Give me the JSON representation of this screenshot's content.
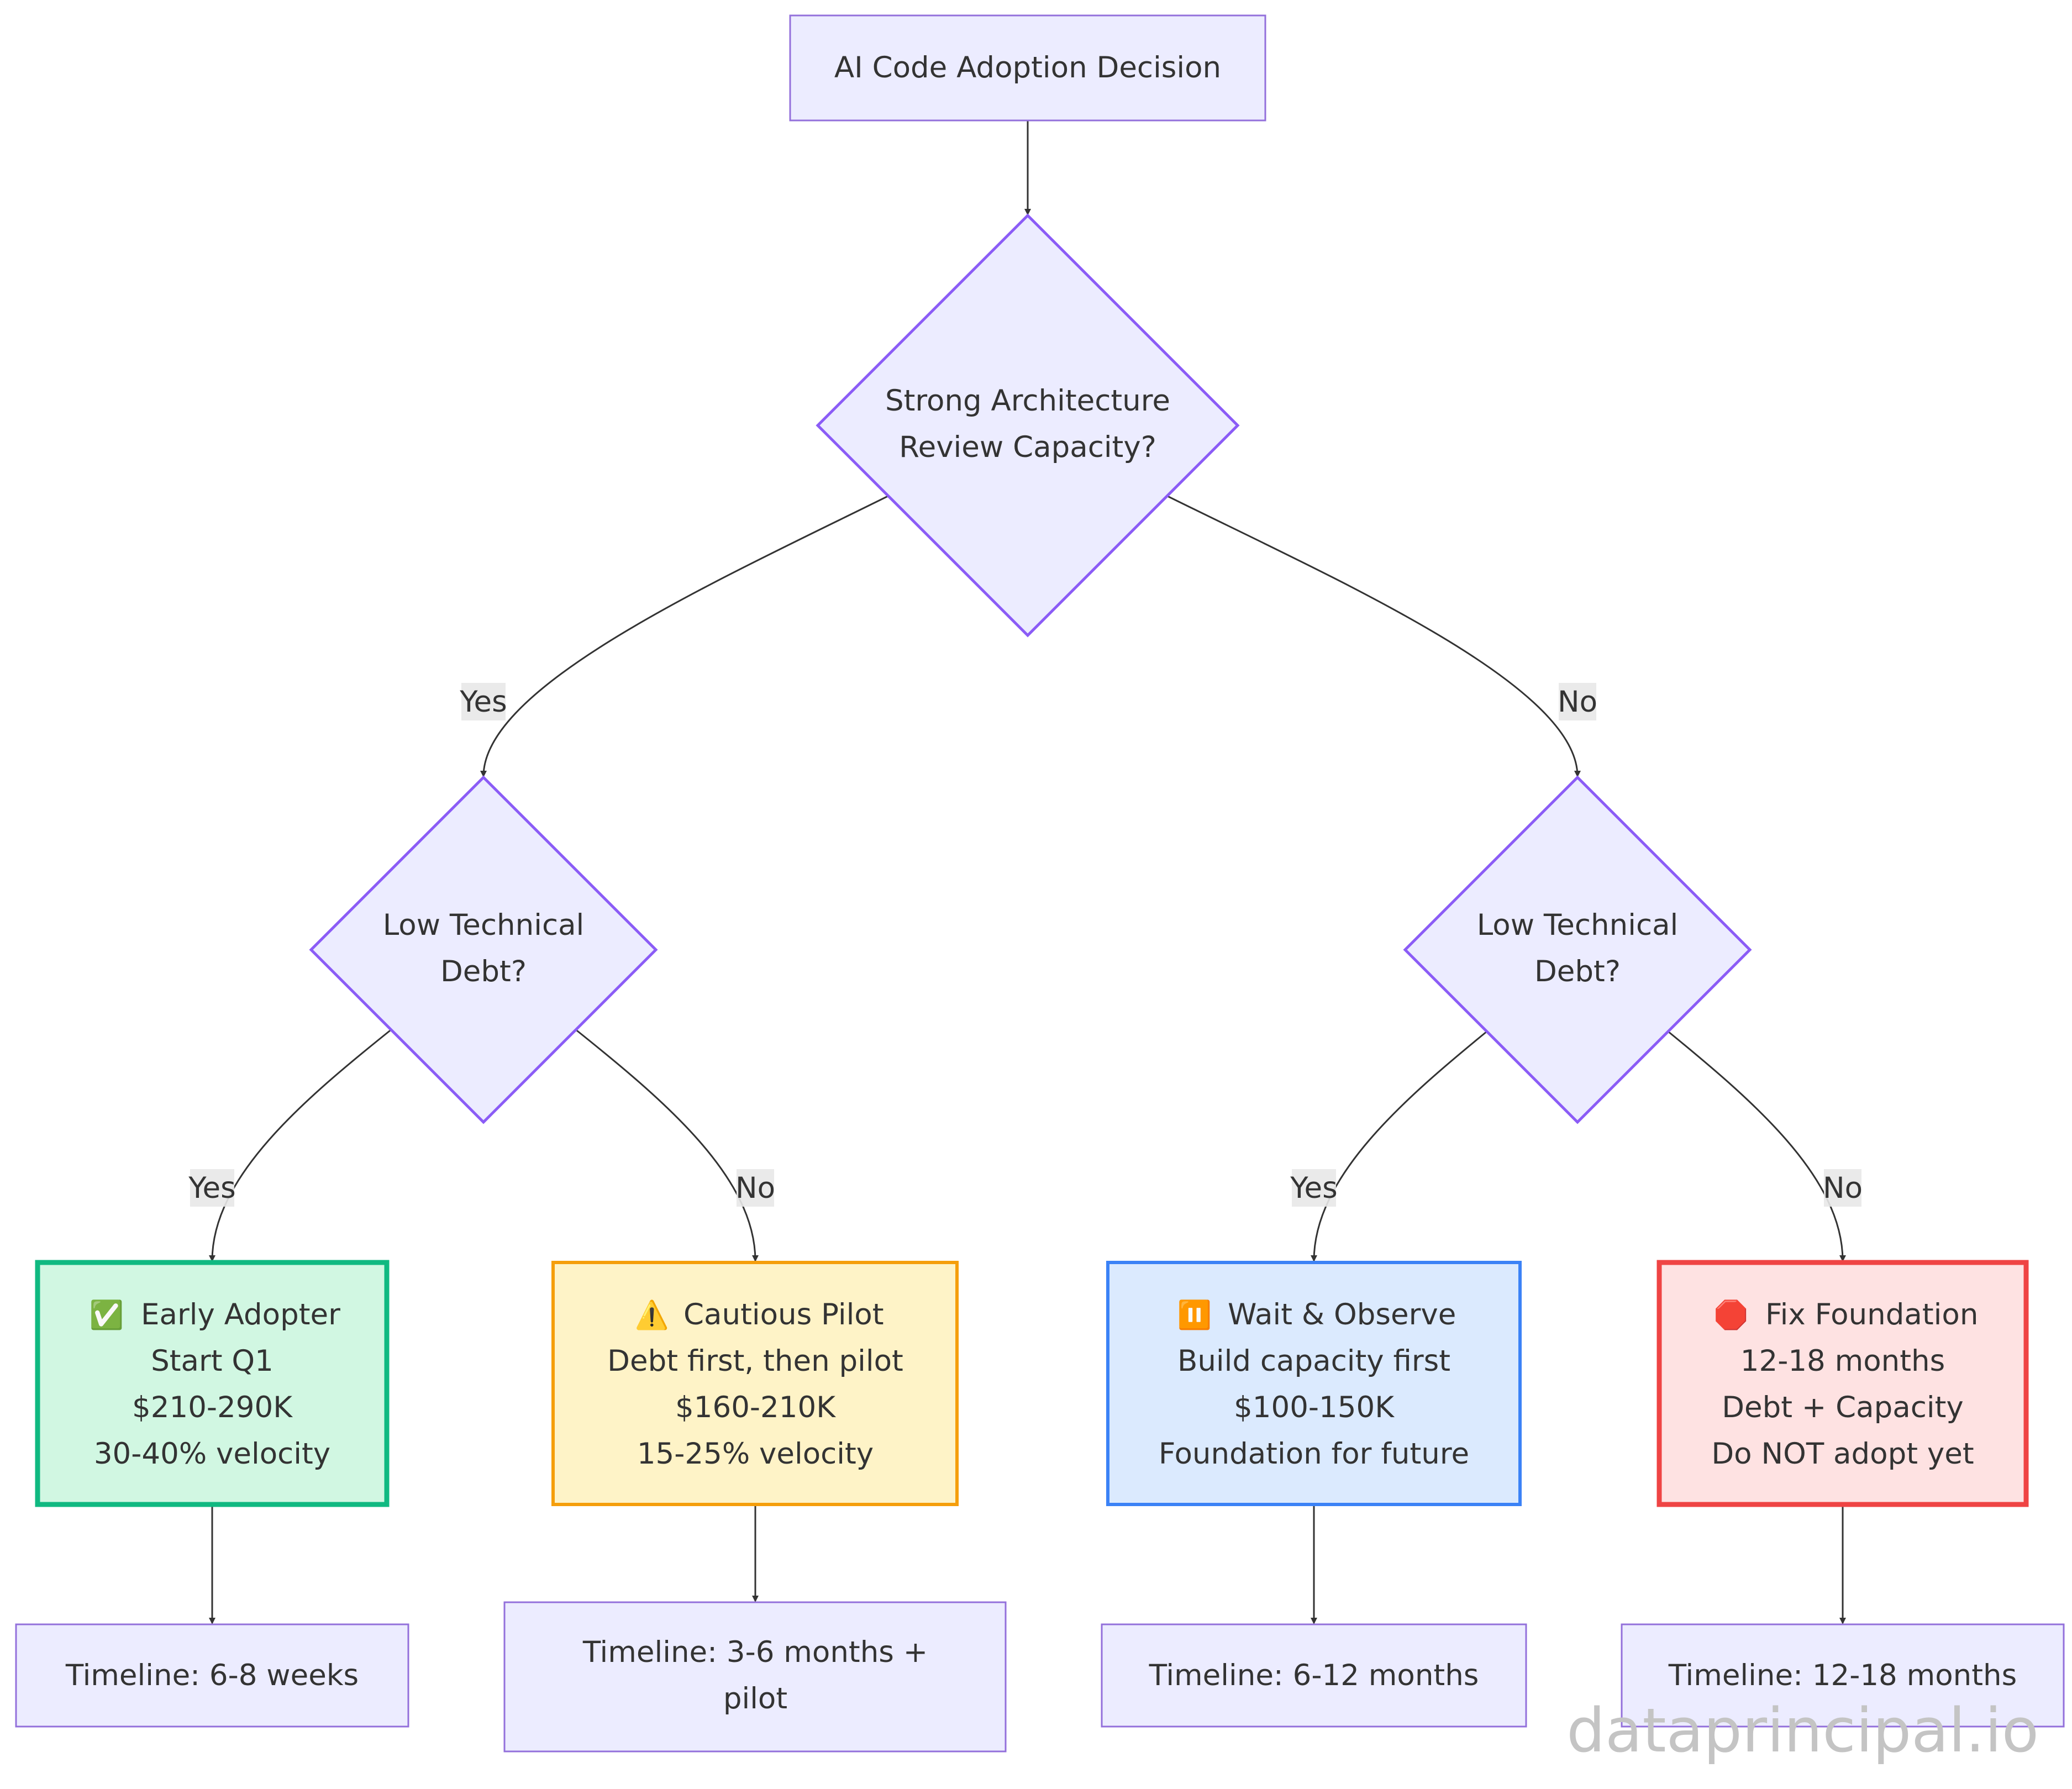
{
  "title": "AI Code Adoption Decision",
  "decisions": {
    "architecture": [
      "Strong Architecture",
      "Review Capacity?"
    ],
    "debt_left": [
      "Low Technical",
      "Debt?"
    ],
    "debt_right": [
      "Low Technical",
      "Debt?"
    ]
  },
  "edges": {
    "yes": "Yes",
    "no": "No"
  },
  "outcomes": {
    "early_adopter": {
      "icon": "✅",
      "icon_name": "check-mark-icon",
      "title": "Early Adopter",
      "lines": [
        "Start Q1",
        "$210-290K",
        "30-40% velocity"
      ],
      "fill": "#d1f7e2",
      "stroke": "#10b981"
    },
    "cautious_pilot": {
      "icon": "⚠️",
      "icon_name": "warning-icon",
      "title": "Cautious Pilot",
      "lines": [
        "Debt first, then pilot",
        "$160-210K",
        "15-25% velocity"
      ],
      "fill": "#fef3c7",
      "stroke": "#f59e0b"
    },
    "wait_observe": {
      "icon": "⏸️",
      "icon_name": "pause-icon",
      "title": "Wait & Observe",
      "lines": [
        "Build capacity first",
        "$100-150K",
        "Foundation for future"
      ],
      "fill": "#dbeafe",
      "stroke": "#3b82f6"
    },
    "fix_foundation": {
      "icon": "🛑",
      "icon_name": "stop-sign-icon",
      "title": "Fix Foundation",
      "lines": [
        "12-18 months",
        "Debt + Capacity",
        "Do NOT adopt yet"
      ],
      "fill": "#fee2e2",
      "stroke": "#ef4444"
    }
  },
  "timelines": {
    "early_adopter": [
      "Timeline: 6-8 weeks"
    ],
    "cautious_pilot": [
      "Timeline: 3-6 months +",
      "pilot"
    ],
    "wait_observe": [
      "Timeline: 6-12 months"
    ],
    "fix_foundation": [
      "Timeline: 12-18 months"
    ]
  },
  "colors": {
    "node_fill": "#ececff",
    "node_stroke": "#9370db",
    "decision_stroke": "#8b5cf6",
    "edge": "#333333",
    "label_bg": "#e8e8e8"
  },
  "watermark": "dataprincipal.io"
}
